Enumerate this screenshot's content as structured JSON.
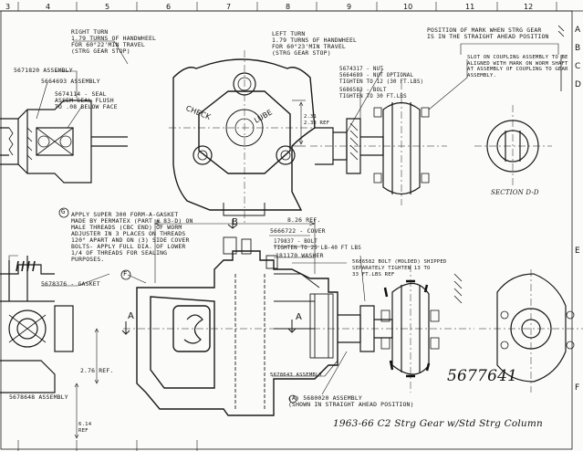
{
  "grid_numbers": [
    "3",
    "4",
    "5",
    "6",
    "7",
    "8",
    "9",
    "10",
    "11",
    "12"
  ],
  "side_letters": [
    "A",
    "B",
    "C",
    "D",
    "E",
    "F"
  ],
  "labels": {
    "right_turn": [
      "RIGHT TURN",
      "1.79 TURNS OF HANDWHEEL",
      "FOR 60°22'MIN TRAVEL",
      "(STRG GEAR STOP)"
    ],
    "left_turn": [
      "LEFT TURN",
      "1.79 TURNS OF HANDWHEEL",
      "FOR 60°23'MIN TRAVEL",
      "(STRG GEAR STOP)"
    ],
    "mark_position": [
      "POSITION OF MARK WHEN STRG GEAR",
      "IS IN THE STRAIGHT AHEAD POSITION"
    ],
    "slot_note": [
      "SLOT ON COUPLING ASSEMBLY TO BE",
      "ALIGNED WITH MARK ON WORM SHAFT",
      "AT ASSEMBLY OF COUPLING TO GEAR",
      "ASSEMBLY."
    ],
    "assembly_5671820": "5671820 ASSEMBLY",
    "part_5664693": "5664693 ASSEMBLY",
    "seal_note": [
      "5674114 - SEAL",
      "ASSEM SEAL FLUSH",
      "TO .08 BELOW FACE"
    ],
    "nut_optional": [
      "5674317 - NUT",
      "5664689 - NUT OPTIONAL",
      "TIGHTEN TO 12 (30 FT.LBS)"
    ],
    "bolt_5686583": [
      "5686583 - BOLT",
      "TIGHTEN TO 30 FT.LBS"
    ],
    "check": "CHECK",
    "lube": "LUBE",
    "dim_side": [
      "2.31",
      "2.33 REF"
    ],
    "apply_note": [
      "APPLY SUPER 300 FORM-A-GASKET",
      "MADE BY PERMATEX (PART # 83-D) ON",
      "MALE THREADS (CBC END) OF WORM",
      "ADJUSTER IN 3 PLACES ON THREADS",
      "120° APART AND ON (3) SIDE COVER",
      "BOLTS- APPLY FULL DIA. OF LOWER",
      "1/4 OF THREADS FOR SEALING",
      "PURPOSES."
    ],
    "ref_826": "8.26 REF.",
    "cover": "5666722 - COVER",
    "bolt_179837": [
      "179837 - BOLT",
      "TIGHTEN TO 25 lb-40 FT LBS"
    ],
    "washer": "181170 WASHER",
    "bolt_5686582": [
      "5686582 BOLT (MOLDED) SHIPPED",
      "SEPARATELY TIGHTEN 13 TO",
      "33 FT.LBS REF"
    ],
    "gasket": "5678376 - GASKET",
    "ref_276": "2.76 REF.",
    "assembly_5678643": "5678643 ASSEMBLY",
    "assembly_5678648": "5678648 ASSEMBLY",
    "gear_note": [
      "(A) 5680020 ASSEMBLY",
      "(SHOWN IN STRAIGHT AHEAD POSITION)"
    ],
    "section_label": "SECTION D-D",
    "letter_g": "G",
    "letter_f": "F",
    "letter_b": "B",
    "letter_a1": "A",
    "letter_a2": "A",
    "ref_614": [
      "6.14",
      "REF"
    ],
    "part_number_large": "5677641",
    "handwritten_caption": "1963-66 C2 Strg Gear w/Std Strg Column"
  }
}
